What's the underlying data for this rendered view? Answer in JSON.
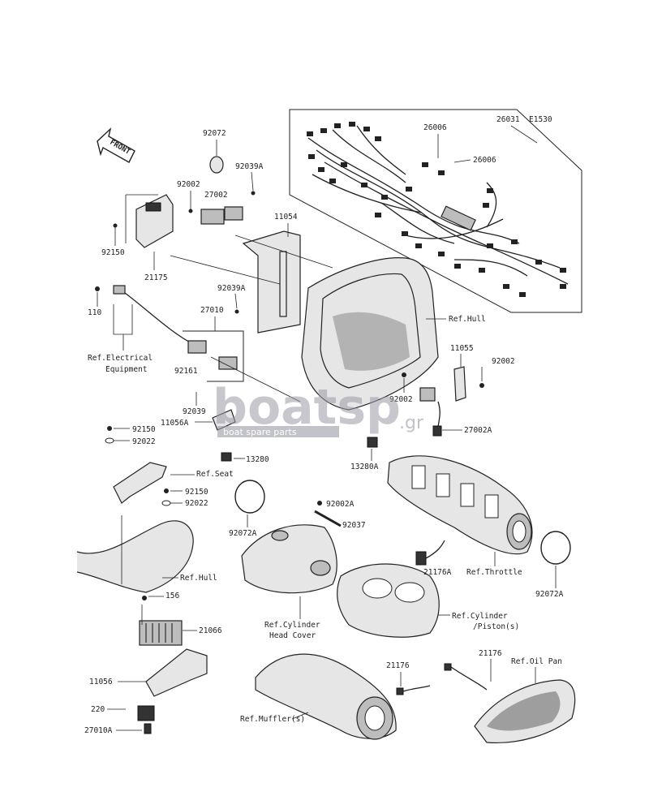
{
  "diagram_code": "E1530",
  "front_label": "FRONT",
  "watermark": {
    "brand": "boatsp",
    "suffix": ".gr",
    "tagline": "boat spare parts",
    "color": "#8e8e9c"
  },
  "parts": [
    "92072",
    "92039A",
    "92002",
    "27002",
    "11054",
    "21175",
    "92150",
    "92039A",
    "110",
    "27010",
    "92161",
    "92039",
    "11056A",
    "92150",
    "92022",
    "13280",
    "92150",
    "92022",
    "156",
    "21066",
    "11056",
    "220",
    "27010A",
    "26006",
    "26006",
    "26031",
    "11055",
    "92002",
    "92002",
    "27002A",
    "13280A",
    "92072A",
    "92002A",
    "92037",
    "21176A",
    "92072A",
    "21176",
    "21176"
  ],
  "refs": {
    "electrical": "Ref.Electrical",
    "electrical2": "Equipment",
    "hull1": "Ref.Hull",
    "seat": "Ref.Seat",
    "hull2": "Ref.Hull",
    "throttle": "Ref.Throttle",
    "cyl": "Ref.Cylinder",
    "cyl2": "/Piston(s)",
    "cylhead": "Ref.Cylinder",
    "cylhead2": "Head Cover",
    "muffler": "Ref.Muffler(s)",
    "oilpan": "Ref.Oil Pan"
  }
}
